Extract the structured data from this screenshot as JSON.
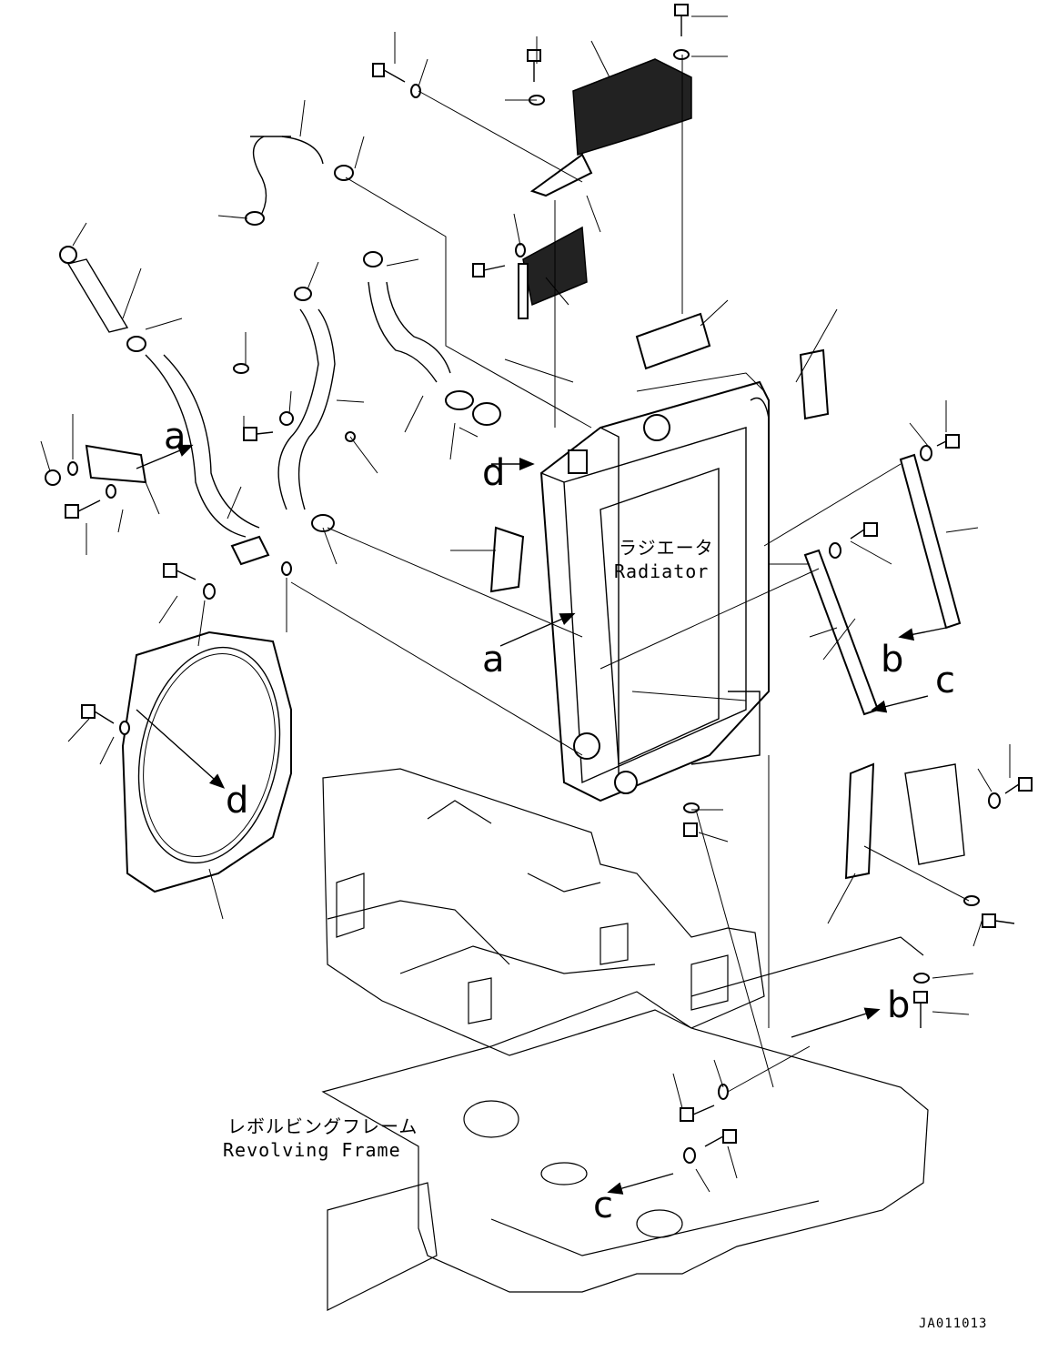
{
  "diagram": {
    "radiator_label_jp": "ラジエータ",
    "radiator_label_en": "Radiator",
    "frame_label_jp": "レボルビングフレーム",
    "frame_label_en": "Revolving Frame",
    "drawing_code": "JA011013",
    "ref_letters": {
      "a1": "a",
      "a2": "a",
      "b1": "b",
      "b2": "b",
      "c1": "c",
      "c2": "c",
      "d1": "d",
      "d2": "d"
    }
  }
}
